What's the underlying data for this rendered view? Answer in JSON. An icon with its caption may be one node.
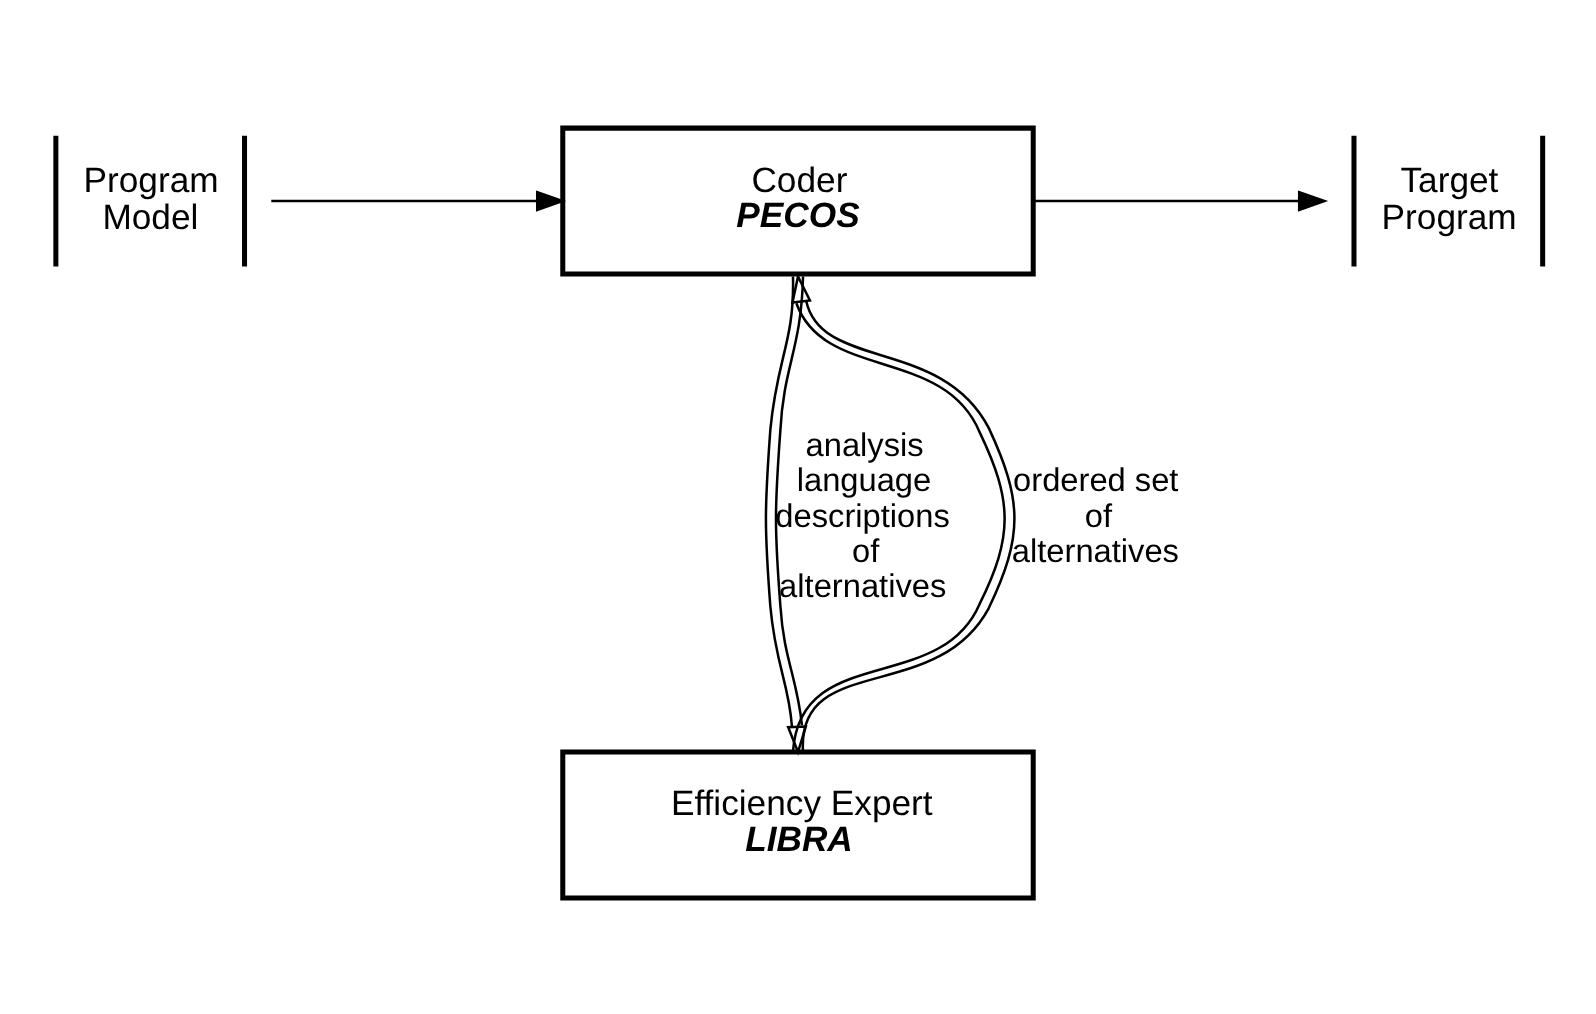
{
  "diagram": {
    "nodes": [
      {
        "text": [
          "Program Model"
        ]
      },
      {
        "text": [
          "Coder",
          "PECOS"
        ]
      },
      {
        "text": [
          "Target Program"
        ]
      },
      {
        "text": [
          "Efficiency Expert",
          "LIBRA"
        ]
      }
    ],
    "edges": [
      {
        "from": 0,
        "to": 1,
        "arrow": "to"
      },
      {
        "from": 1,
        "to": 2,
        "arrow": "to"
      },
      {
        "from": 1,
        "to": 3,
        "arrow": "to",
        "label": "analysis language descriptions of alternatives"
      },
      {
        "from": 3,
        "to": 1,
        "arrow": "to",
        "label": "ordered set of alternatives"
      }
    ]
  }
}
